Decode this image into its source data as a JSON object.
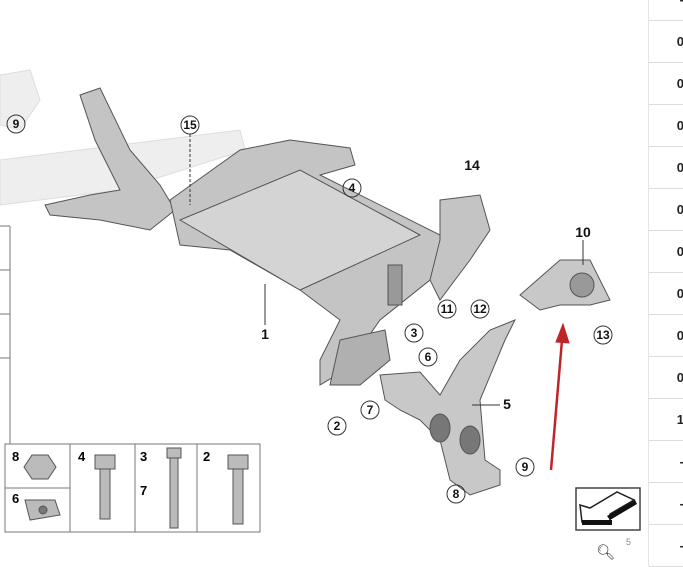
{
  "callouts": {
    "c9a": "9",
    "c15": "15",
    "c4": "4",
    "c14": "14",
    "c10": "10",
    "c11": "11",
    "c12": "12",
    "c13": "13",
    "c3": "3",
    "c1": "1",
    "c6": "6",
    "c5": "5",
    "c7": "7",
    "c2": "2",
    "c9b": "9",
    "c8": "8"
  },
  "legend": {
    "cells": [
      "8",
      "4",
      "3",
      "2",
      "6",
      "7"
    ]
  },
  "page_mark": "5",
  "quantities": [
    "-",
    "0",
    "0",
    "0",
    "0",
    "0",
    "0",
    "0",
    "0",
    "0",
    "1",
    "-",
    "-",
    "-"
  ],
  "colors": {
    "arrow": "#c0242b",
    "part": "#b9b9b9"
  }
}
